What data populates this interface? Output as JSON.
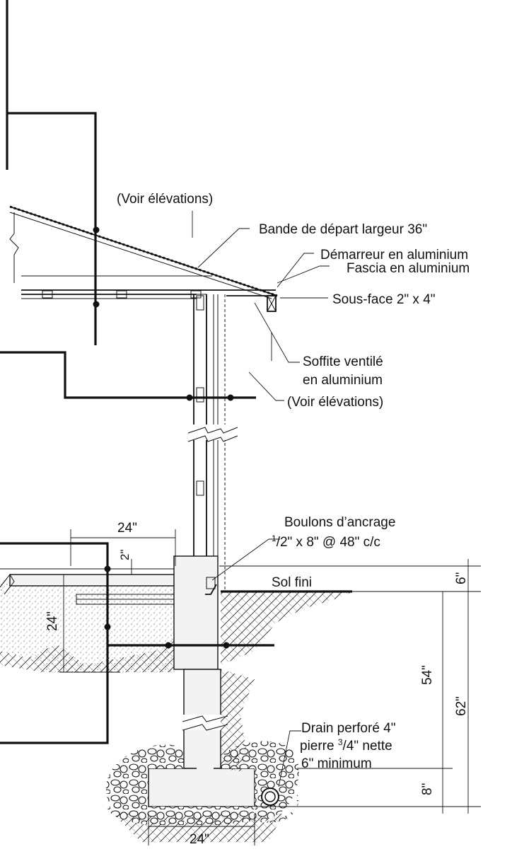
{
  "labels": {
    "voir_elevations_top": "(Voir élévations)",
    "bande_depart": "Bande de départ largeur 36\"",
    "demarreur": "Démarreur en aluminium",
    "fascia": "Fascia en aluminium",
    "sous_face": "Sous-face 2\" x 4\"",
    "soffite_line1": "Soffite ventilé",
    "soffite_line2": "en aluminium",
    "voir_elevations_bottom": "(Voir élévations)",
    "boulons_line1": "Boulons d’ancrage",
    "boulons_num": "1",
    "boulons_den": "/2\" x 8\" @ 48\" c/c",
    "sol_fini": "Sol fini",
    "drain_line1": "Drain perforé 4\"",
    "drain_pre": "pierre ",
    "drain_num": "3",
    "drain_den": "/4\" nette",
    "drain_line3": "6\" minimum"
  },
  "dimensions": {
    "porch_width": "24\"",
    "slab_thickness": "2\"",
    "insulation_depth": "24\"",
    "above_grade": "6\"",
    "frost_depth": "54\"",
    "total_depth": "62\"",
    "footing_thickness": "8\"",
    "footing_width": "24\""
  }
}
